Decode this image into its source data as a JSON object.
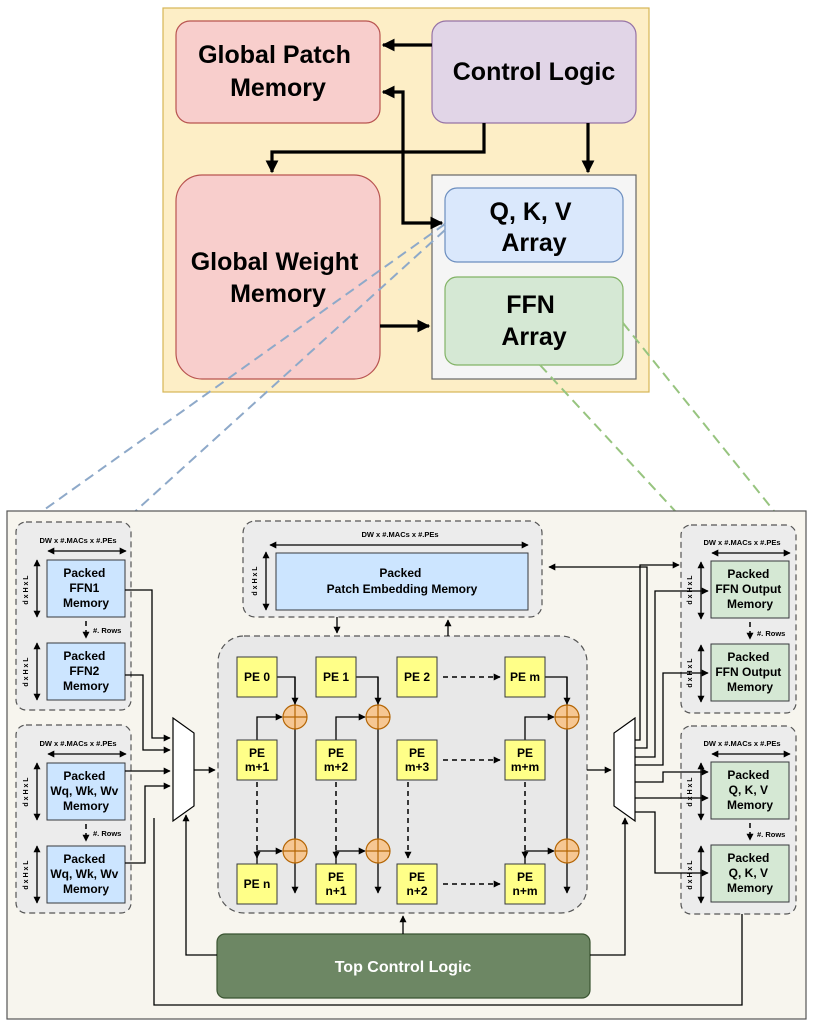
{
  "top": {
    "global_patch_memory": [
      "Global Patch",
      "Memory"
    ],
    "control_logic": "Control Logic",
    "global_weight_memory": [
      "Global Weight",
      "Memory"
    ],
    "qkv_array": [
      "Q, K, V",
      "Array"
    ],
    "ffn_array": [
      "FFN",
      "Array"
    ]
  },
  "bottom": {
    "dim_label": "DW x #.MACs x #.PEs",
    "dxhxl": "d x H x L",
    "rows_label": "#. Rows",
    "left_ffn": {
      "mem1": [
        "Packed",
        "FFN1",
        "Memory"
      ],
      "mem2": [
        "Packed",
        "FFN2",
        "Memory"
      ]
    },
    "left_w": {
      "mem1": [
        "Packed",
        "Wq, Wk, Wv",
        "Memory"
      ],
      "mem2": [
        "Packed",
        "Wq, Wk, Wv",
        "Memory"
      ]
    },
    "patch": [
      "Packed",
      "Patch Embedding Memory"
    ],
    "right_ffn": {
      "mem1": [
        "Packed",
        "FFN Output",
        "Memory"
      ],
      "mem2": [
        "Packed",
        "FFN Output",
        "Memory"
      ]
    },
    "right_qkv": {
      "mem1": [
        "Packed",
        "Q, K, V",
        "Memory"
      ],
      "mem2": [
        "Packed",
        "Q, K, V",
        "Memory"
      ]
    },
    "pe_rows": [
      [
        [
          "PE 0"
        ],
        [
          "PE 1"
        ],
        [
          "PE 2"
        ],
        [
          "PE m"
        ]
      ],
      [
        [
          "PE",
          "m+1"
        ],
        [
          "PE",
          "m+2"
        ],
        [
          "PE",
          "m+3"
        ],
        [
          "PE",
          "m+m"
        ]
      ],
      [
        [
          "PE n"
        ],
        [
          "PE",
          "n+1"
        ],
        [
          "PE",
          "n+2"
        ],
        [
          "PE",
          "n+m"
        ]
      ]
    ],
    "top_control_logic": "Top Control Logic"
  }
}
